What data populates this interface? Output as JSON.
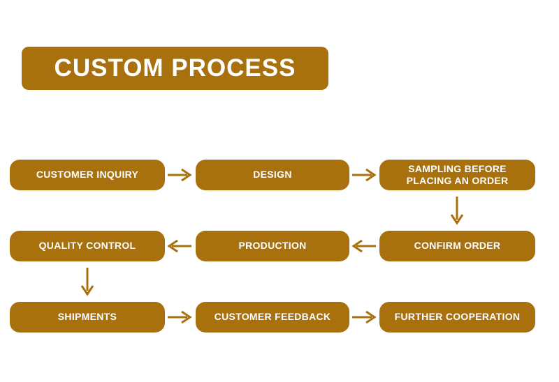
{
  "colors": {
    "accent_brown": "#A8710E",
    "text_on_brown": "#FFFFFF",
    "page_background": "#FFFFFF"
  },
  "title": {
    "label": "CUSTOM PROCESS"
  },
  "flowchart": {
    "steps": [
      {
        "label": "CUSTOMER INQUIRY"
      },
      {
        "label": "DESIGN"
      },
      {
        "label": "SAMPLING BEFORE PLACING AN ORDER"
      },
      {
        "label": "CONFIRM ORDER"
      },
      {
        "label": "PRODUCTION"
      },
      {
        "label": "QUALITY CONTROL"
      },
      {
        "label": "SHIPMENTS"
      },
      {
        "label": "CUSTOMER FEEDBACK"
      },
      {
        "label": "FURTHER COOPERATION"
      }
    ],
    "connectors": [
      {
        "from": "CUSTOMER INQUIRY",
        "to": "DESIGN",
        "direction": "right"
      },
      {
        "from": "DESIGN",
        "to": "SAMPLING BEFORE PLACING AN ORDER",
        "direction": "right"
      },
      {
        "from": "SAMPLING BEFORE PLACING AN ORDER",
        "to": "CONFIRM ORDER",
        "direction": "down"
      },
      {
        "from": "CONFIRM ORDER",
        "to": "PRODUCTION",
        "direction": "left"
      },
      {
        "from": "PRODUCTION",
        "to": "QUALITY CONTROL",
        "direction": "left"
      },
      {
        "from": "QUALITY CONTROL",
        "to": "SHIPMENTS",
        "direction": "down"
      },
      {
        "from": "SHIPMENTS",
        "to": "CUSTOMER FEEDBACK",
        "direction": "right"
      },
      {
        "from": "CUSTOMER FEEDBACK",
        "to": "FURTHER COOPERATION",
        "direction": "right"
      }
    ]
  }
}
